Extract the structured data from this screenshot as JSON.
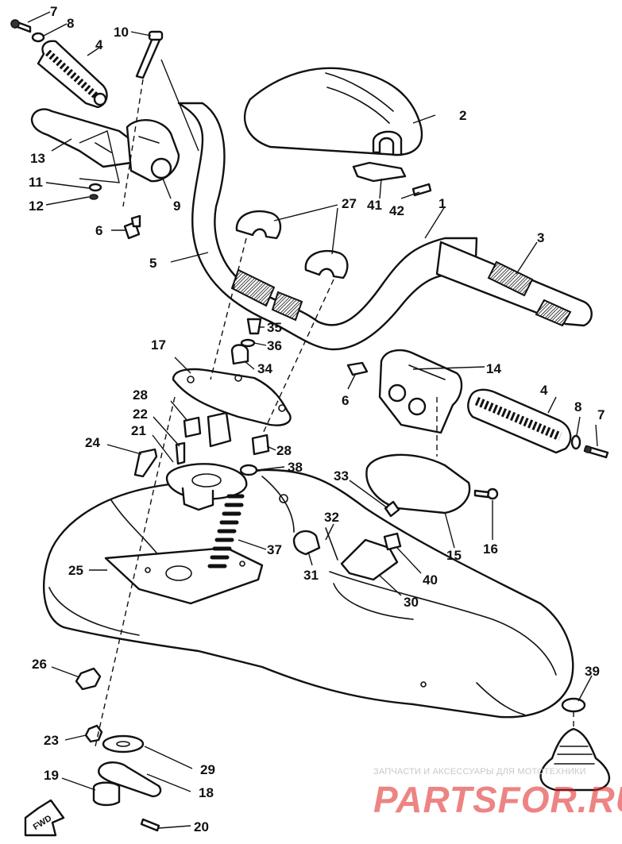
{
  "callouts": [
    "1",
    "2",
    "3",
    "4",
    "5",
    "6",
    "7",
    "8",
    "9",
    "10",
    "11",
    "12",
    "13",
    "14",
    "15",
    "16",
    "17",
    "18",
    "19",
    "20",
    "21",
    "22",
    "23",
    "24",
    "25",
    "26",
    "27",
    "28",
    "29",
    "30",
    "31",
    "32",
    "33",
    "34",
    "35",
    "36",
    "37",
    "38",
    "39",
    "40",
    "41",
    "42"
  ],
  "direction_badge": "FWD",
  "watermark": {
    "tagline": "ЗАПЧАСТИ И АКСЕССУАРЫ ДЛЯ МОТОТЕХНИКИ",
    "brand": "PARTSFOR.RU",
    "color": "#e02020"
  }
}
